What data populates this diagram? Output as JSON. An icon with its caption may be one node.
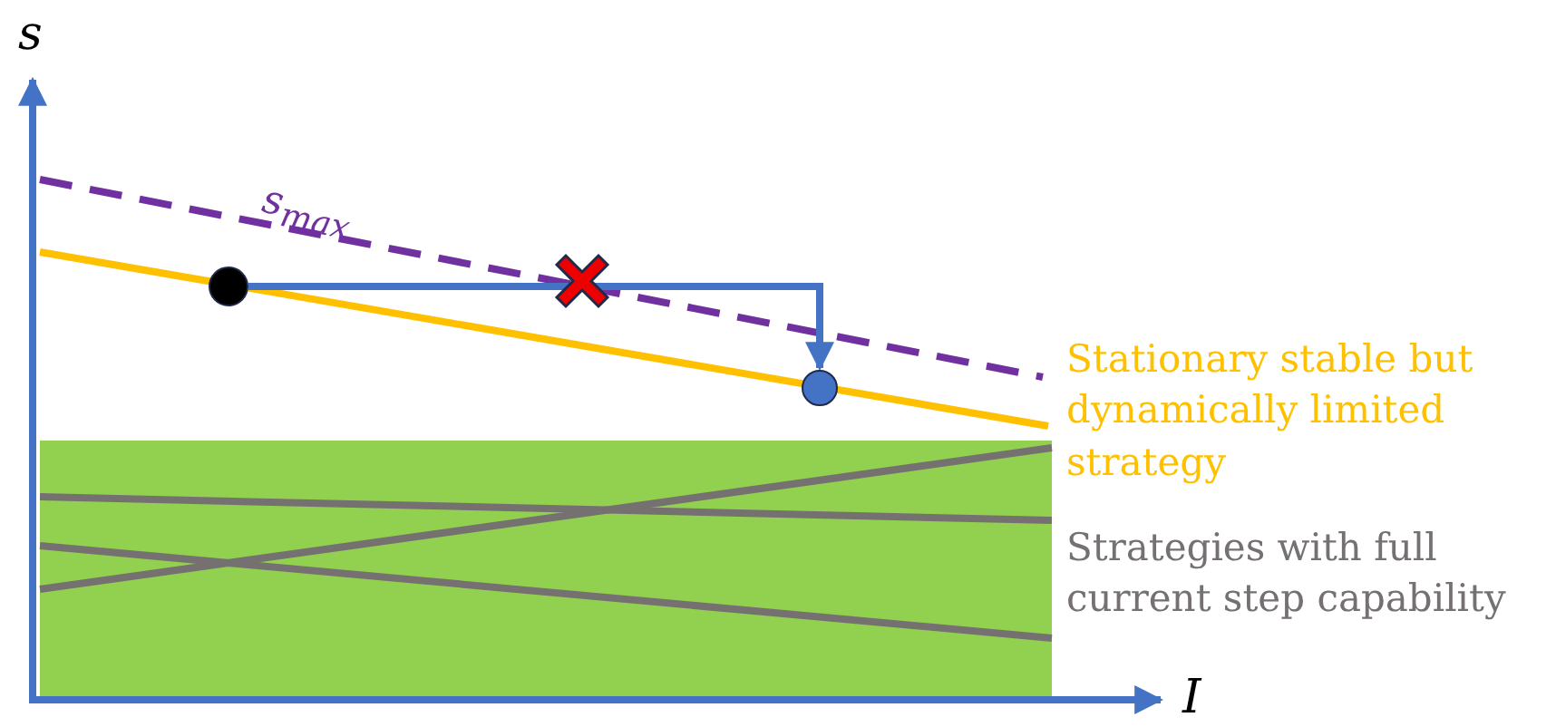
{
  "diagram": {
    "nodes": [
      {
        "text": [],
        "shape": "circle"
      },
      {
        "text": [],
        "shape": "circle"
      }
    ],
    "edges": [
      {
        "from": 0,
        "to": 1,
        "arrow": "to"
      }
    ],
    "labels": [
      "s",
      "s$_{max}$",
      "Stationary stable but dynamically limited strategy",
      "Strategies with full current step capability",
      "I"
    ]
  }
}
